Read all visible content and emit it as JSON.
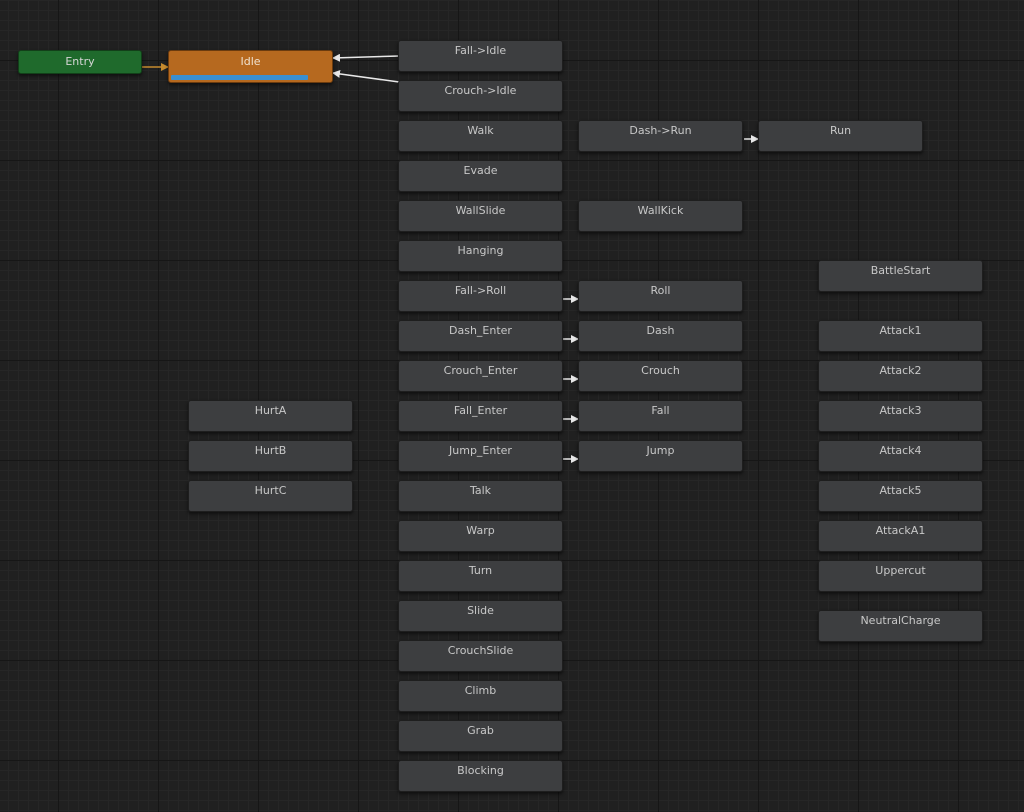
{
  "graph": {
    "entry_node": "Entry",
    "default_state": {
      "label": "Idle",
      "progress": 0.85
    },
    "states": {
      "fall_to_idle": "Fall->Idle",
      "crouch_to_idle": "Crouch->Idle",
      "walk": "Walk",
      "dash_to_run": "Dash->Run",
      "run": "Run",
      "evade": "Evade",
      "wallslide": "WallSlide",
      "wallkick": "WallKick",
      "hanging": "Hanging",
      "battlestart": "BattleStart",
      "fall_to_roll": "Fall->Roll",
      "roll": "Roll",
      "dash_enter": "Dash_Enter",
      "dash": "Dash",
      "attack1": "Attack1",
      "crouch_enter": "Crouch_Enter",
      "crouch": "Crouch",
      "attack2": "Attack2",
      "hurta": "HurtA",
      "fall_enter": "Fall_Enter",
      "fall": "Fall",
      "attack3": "Attack3",
      "hurtb": "HurtB",
      "jump_enter": "Jump_Enter",
      "jump": "Jump",
      "attack4": "Attack4",
      "hurtc": "HurtC",
      "talk": "Talk",
      "attack5": "Attack5",
      "warp": "Warp",
      "attacka1": "AttackA1",
      "turn": "Turn",
      "uppercut": "Uppercut",
      "slide": "Slide",
      "neutralcharge": "NeutralCharge",
      "crouchslide": "CrouchSlide",
      "climb": "Climb",
      "grab": "Grab",
      "blocking": "Blocking"
    }
  },
  "colors": {
    "entry": "#1f6a2c",
    "default_state": "#b6691f",
    "state": "#3d3e40",
    "progress": "#3a8fd0",
    "transition_entry": "#c58a2e",
    "transition": "#e8e8e8"
  }
}
